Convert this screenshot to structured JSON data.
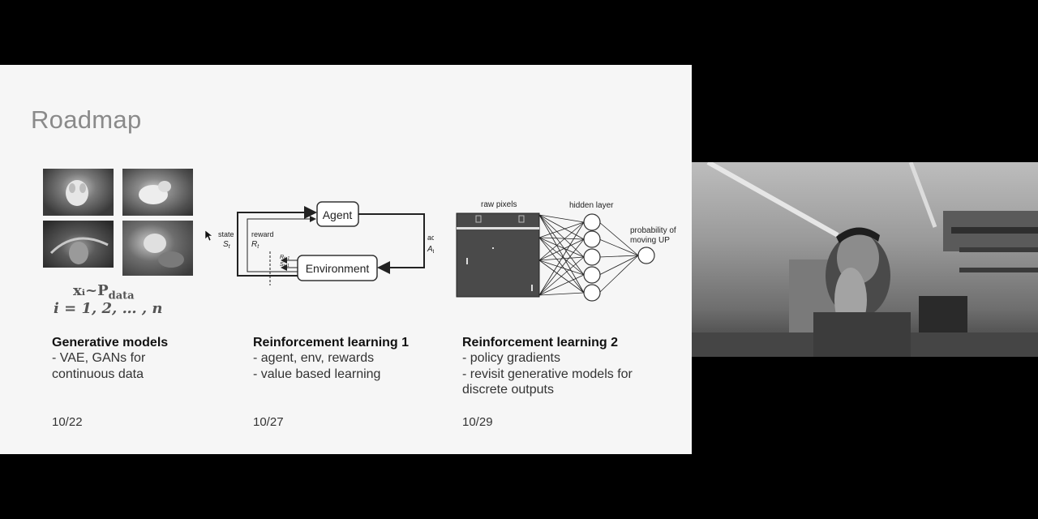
{
  "slide": {
    "title": "Roadmap",
    "formula": {
      "line1": "xᵢ~P",
      "line1_sub": "data",
      "line2": "i = 1, 2, … , n"
    },
    "rl_diagram": {
      "agent": "Agent",
      "environment": "Environment",
      "state": "state",
      "state_sym": "S",
      "state_sub": "t",
      "reward": "reward",
      "reward_sym": "R",
      "reward_sub": "t",
      "action": "action",
      "action_sym": "A",
      "action_sub": "t",
      "r_next": "R",
      "r_next_sub": "t+1",
      "s_next": "S",
      "s_next_sub": "t+1"
    },
    "nn_diagram": {
      "raw_pixels": "raw pixels",
      "hidden_layer": "hidden layer",
      "output_line1": "probability of",
      "output_line2": "moving UP"
    },
    "columns": [
      {
        "title": "Generative models",
        "lines": [
          "- VAE, GANs for",
          "continuous data"
        ],
        "date": "10/22"
      },
      {
        "title": "Reinforcement learning 1",
        "lines": [
          "- agent, env, rewards",
          "- value based learning"
        ],
        "date": "10/27"
      },
      {
        "title": "Reinforcement learning 2",
        "lines": [
          "- policy gradients",
          "- revisit generative models for",
          "discrete outputs"
        ],
        "date": "10/29"
      }
    ]
  },
  "colors": {
    "letterbox": "#000000",
    "slide_bg": "#f6f6f6",
    "title": "#8a8a8a"
  }
}
